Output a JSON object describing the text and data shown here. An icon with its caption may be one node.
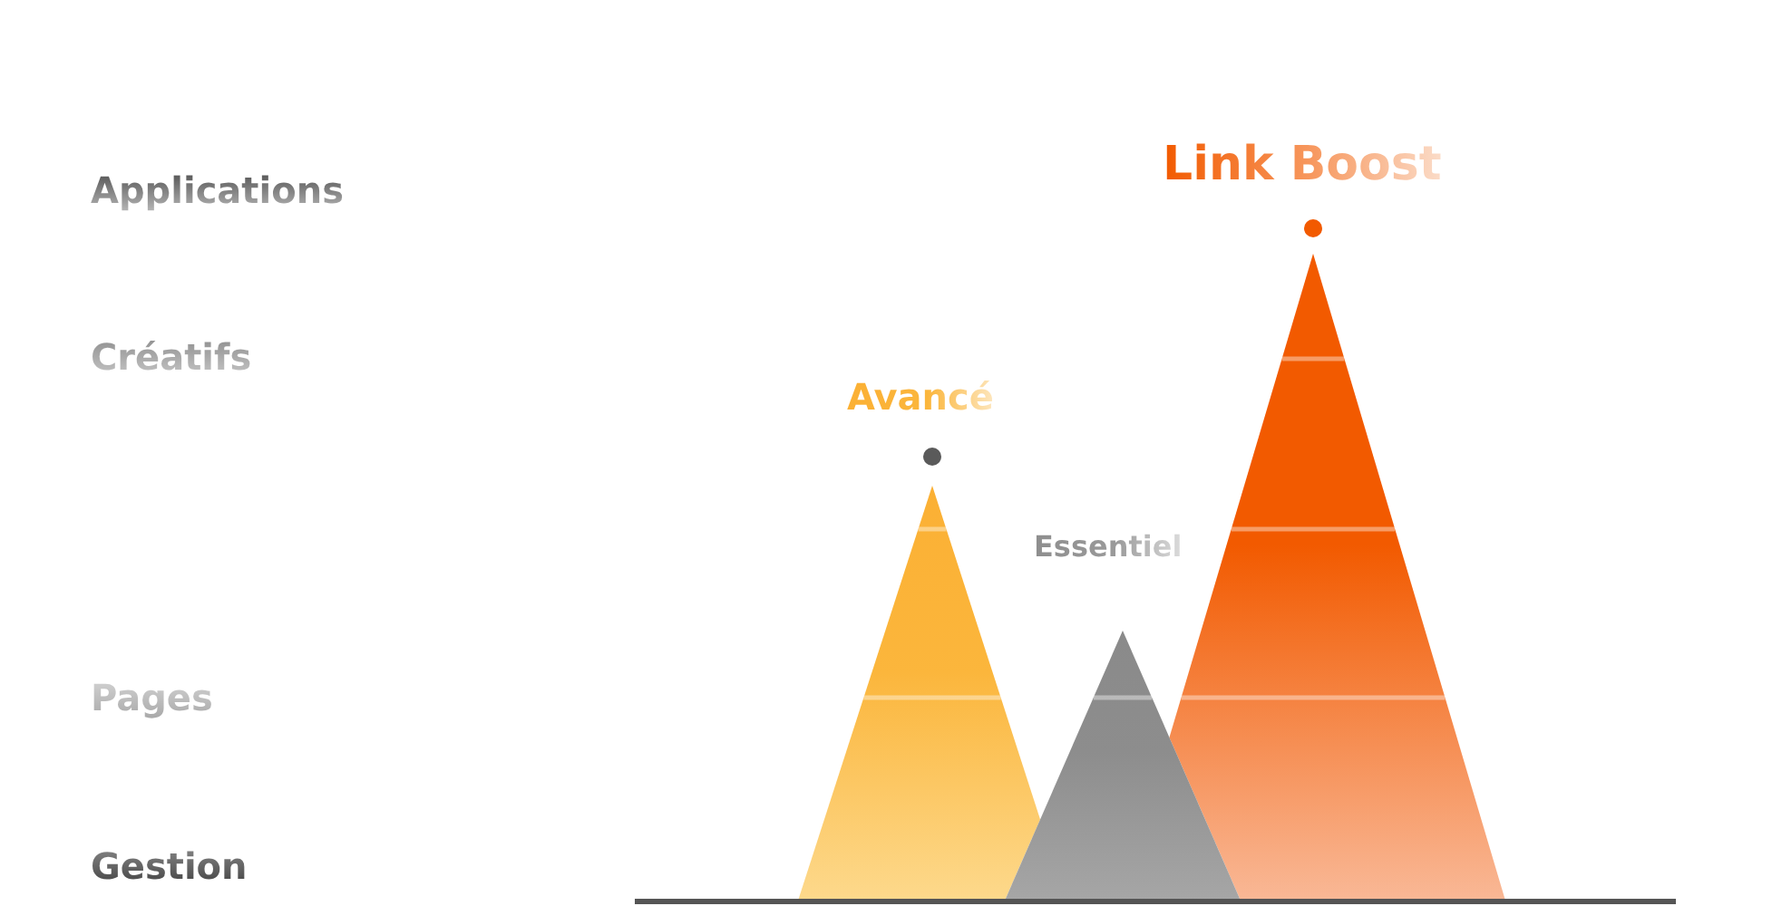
{
  "diagram": {
    "nodes": [
      {
        "text": [
          "Avancé"
        ]
      },
      {
        "text": [
          "Essentiel"
        ]
      },
      {
        "text": [
          "Link Boost"
        ]
      }
    ],
    "labels": [
      "Applications",
      "Créatifs",
      "Pages",
      "Gestion"
    ]
  }
}
